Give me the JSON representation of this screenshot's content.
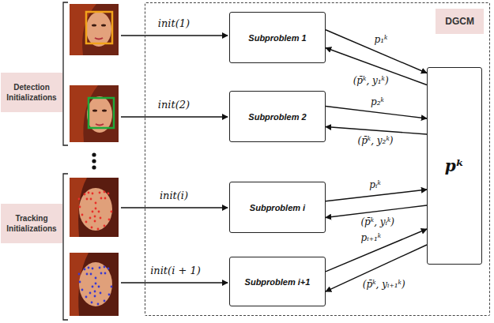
{
  "diagram": {
    "nodes": [
      {
        "text": [
          "Detection Initializations"
        ]
      },
      {
        "text": [
          "Tracking Initializations"
        ]
      },
      {
        "text": [
          "DGCM"
        ]
      },
      {
        "text": [
          "Subproblem 1"
        ],
        "in": 2
      },
      {
        "text": [
          "Subproblem 2"
        ],
        "in": 2
      },
      {
        "text": [
          "Subproblem i"
        ],
        "in": 2
      },
      {
        "text": [
          "Subproblem i+1"
        ],
        "in": 2
      },
      {
        "text": [
          "pᵏ"
        ],
        "in": 2
      }
    ],
    "edges": [
      {
        "from": 3,
        "to": 7,
        "arrow": "to",
        "label": "p₁ᵏ"
      },
      {
        "from": 7,
        "to": 3,
        "arrow": "to",
        "label": "(p̄ᵏ, y₁ᵏ)"
      },
      {
        "from": 4,
        "to": 7,
        "arrow": "to",
        "label": "p₂ᵏ"
      },
      {
        "from": 7,
        "to": 4,
        "arrow": "to",
        "label": "(p̄ᵏ, y₂ᵏ)"
      },
      {
        "from": 5,
        "to": 7,
        "arrow": "to",
        "label": "pᵢᵏ"
      },
      {
        "from": 7,
        "to": 5,
        "arrow": "to",
        "label": "(p̄ᵏ, yᵢᵏ)"
      },
      {
        "from": 6,
        "to": 7,
        "arrow": "to",
        "label": "pᵢ₊₁ᵏ"
      },
      {
        "from": 7,
        "to": 6,
        "arrow": "to",
        "label": "(p̄ᵏ, yᵢ₊₁ᵏ)"
      }
    ],
    "labels": [
      "init(1)",
      "init(2)",
      "init(i)",
      "init(i + 1)"
    ]
  }
}
